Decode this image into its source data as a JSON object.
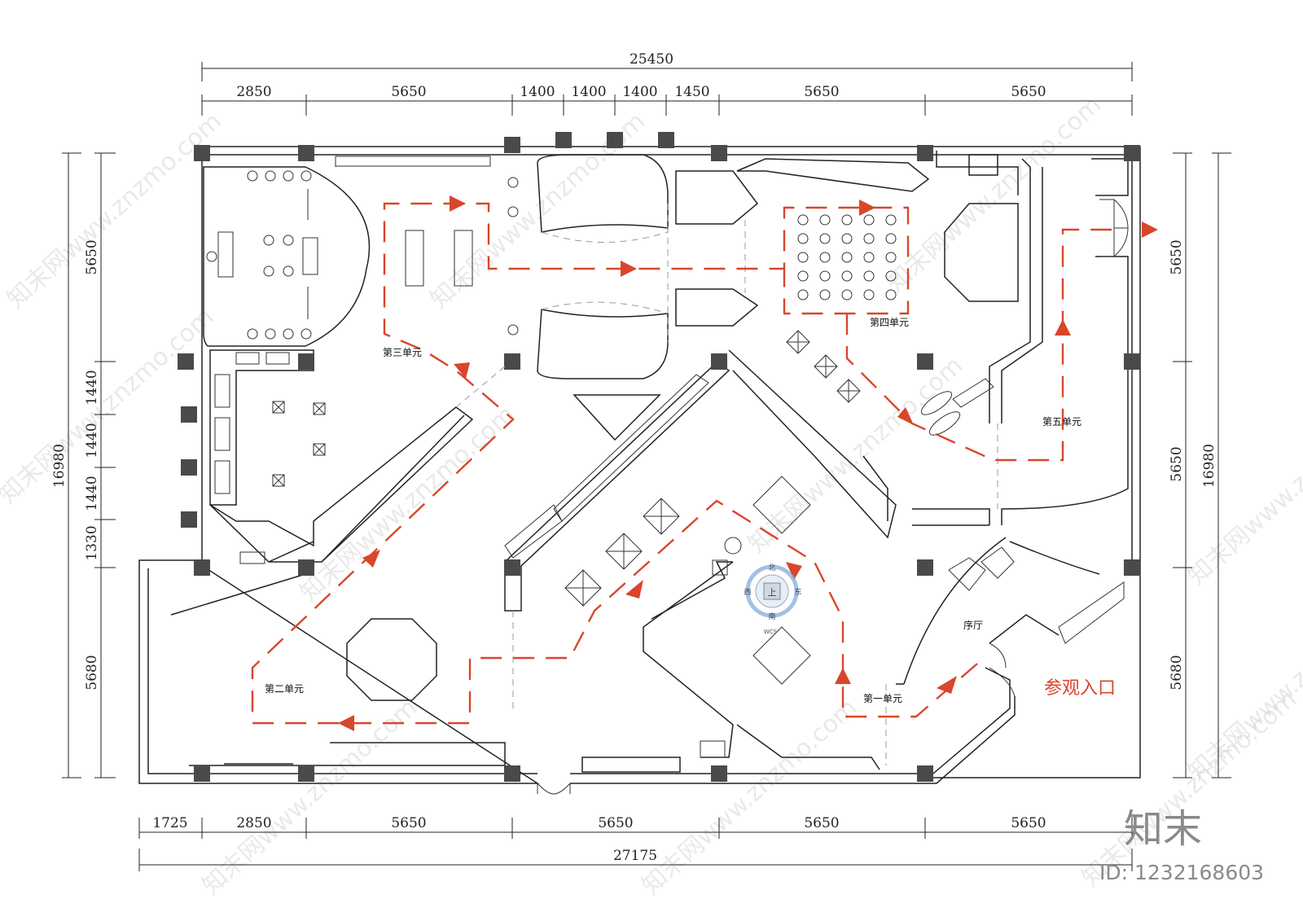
{
  "dimensions": {
    "top_total": "25450",
    "top": [
      "2850",
      "5650",
      "1400",
      "1400",
      "1400",
      "1450",
      "5650",
      "5650"
    ],
    "bottom": [
      "1725",
      "2850",
      "5650",
      "5650",
      "5650",
      "5650"
    ],
    "bottom_total": "27175",
    "left_total": "16980",
    "left": [
      "5650",
      "1440",
      "1440",
      "1440",
      "1330",
      "5680"
    ],
    "right": [
      "5650",
      "5650",
      "5680"
    ],
    "right_total": "16980"
  },
  "rooms": {
    "unit1": "第一单元",
    "unit2": "第二单元",
    "unit3": "第三单元",
    "unit4": "第四单元",
    "unit5": "第五单元",
    "lobby": "序厅"
  },
  "entrance_label": "参观入口",
  "compass": {
    "n": "北",
    "s": "南",
    "e": "东",
    "w": "西",
    "center": "上",
    "wcs": "WCS"
  },
  "watermark": "知末网www.znzmo.com",
  "logo": "知末",
  "id_text": "ID: 1232168603",
  "colors": {
    "route": "#d9462b",
    "walls": "#222222",
    "columns": "#4a4a4a"
  }
}
